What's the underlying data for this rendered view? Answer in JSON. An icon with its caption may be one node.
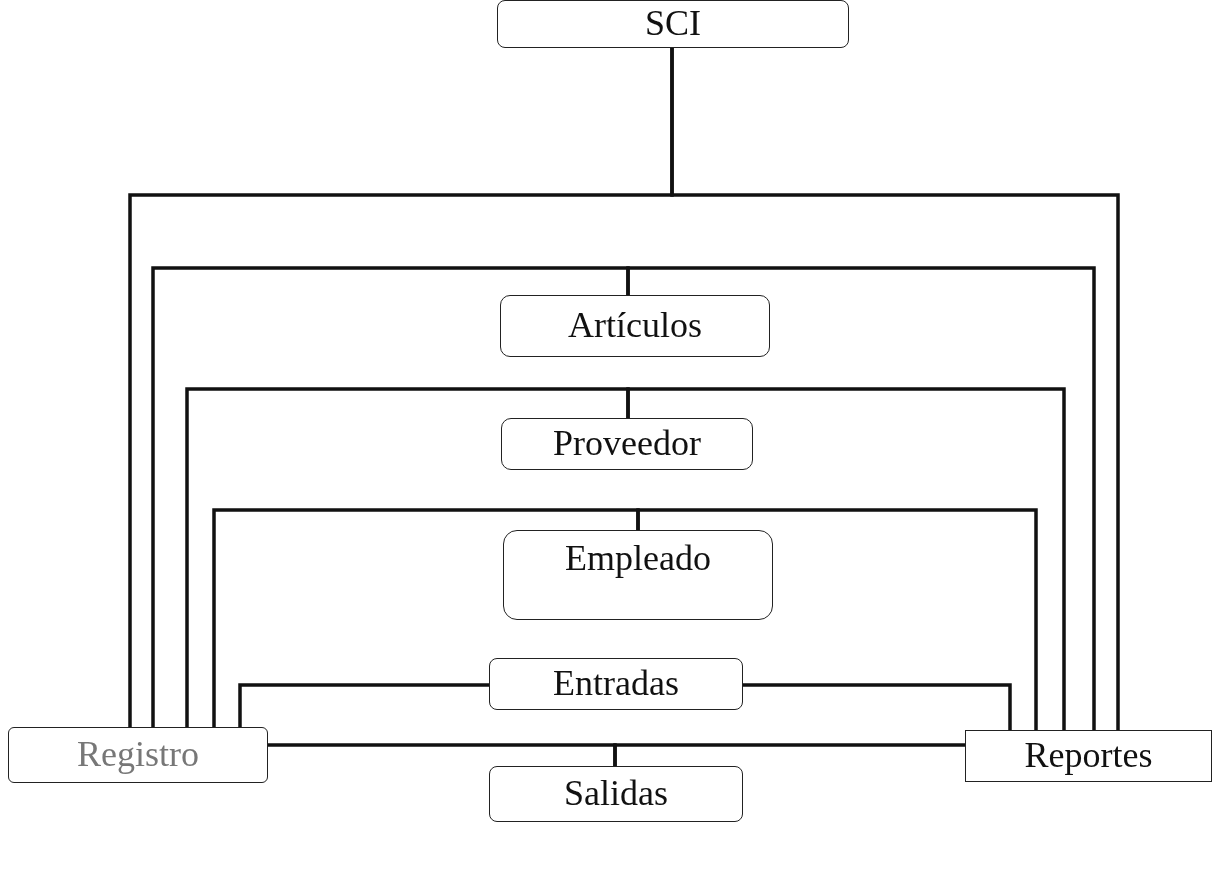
{
  "diagram": {
    "nodes": [
      {
        "text": [
          "SCI"
        ]
      },
      {
        "text": [
          "Artículos"
        ]
      },
      {
        "text": [
          "Proveedor"
        ]
      },
      {
        "text": [
          "Empleado"
        ]
      },
      {
        "text": [
          "Entradas"
        ]
      },
      {
        "text": [
          "Registro"
        ]
      },
      {
        "text": [
          "Reportes"
        ]
      },
      {
        "text": [
          "Salidas"
        ]
      }
    ],
    "edges": [
      {
        "from": 0,
        "to": 5,
        "arrow": "none"
      },
      {
        "from": 0,
        "to": 6,
        "arrow": "none"
      },
      {
        "from": 1,
        "to": 5,
        "arrow": "none"
      },
      {
        "from": 1,
        "to": 6,
        "arrow": "none"
      },
      {
        "from": 2,
        "to": 5,
        "arrow": "none"
      },
      {
        "from": 2,
        "to": 6,
        "arrow": "none"
      },
      {
        "from": 3,
        "to": 5,
        "arrow": "none"
      },
      {
        "from": 3,
        "to": 6,
        "arrow": "none"
      },
      {
        "from": 4,
        "to": 5,
        "arrow": "none"
      },
      {
        "from": 4,
        "to": 6,
        "arrow": "none"
      },
      {
        "from": 7,
        "to": 5,
        "arrow": "none"
      },
      {
        "from": 7,
        "to": 6,
        "arrow": "none"
      }
    ]
  }
}
